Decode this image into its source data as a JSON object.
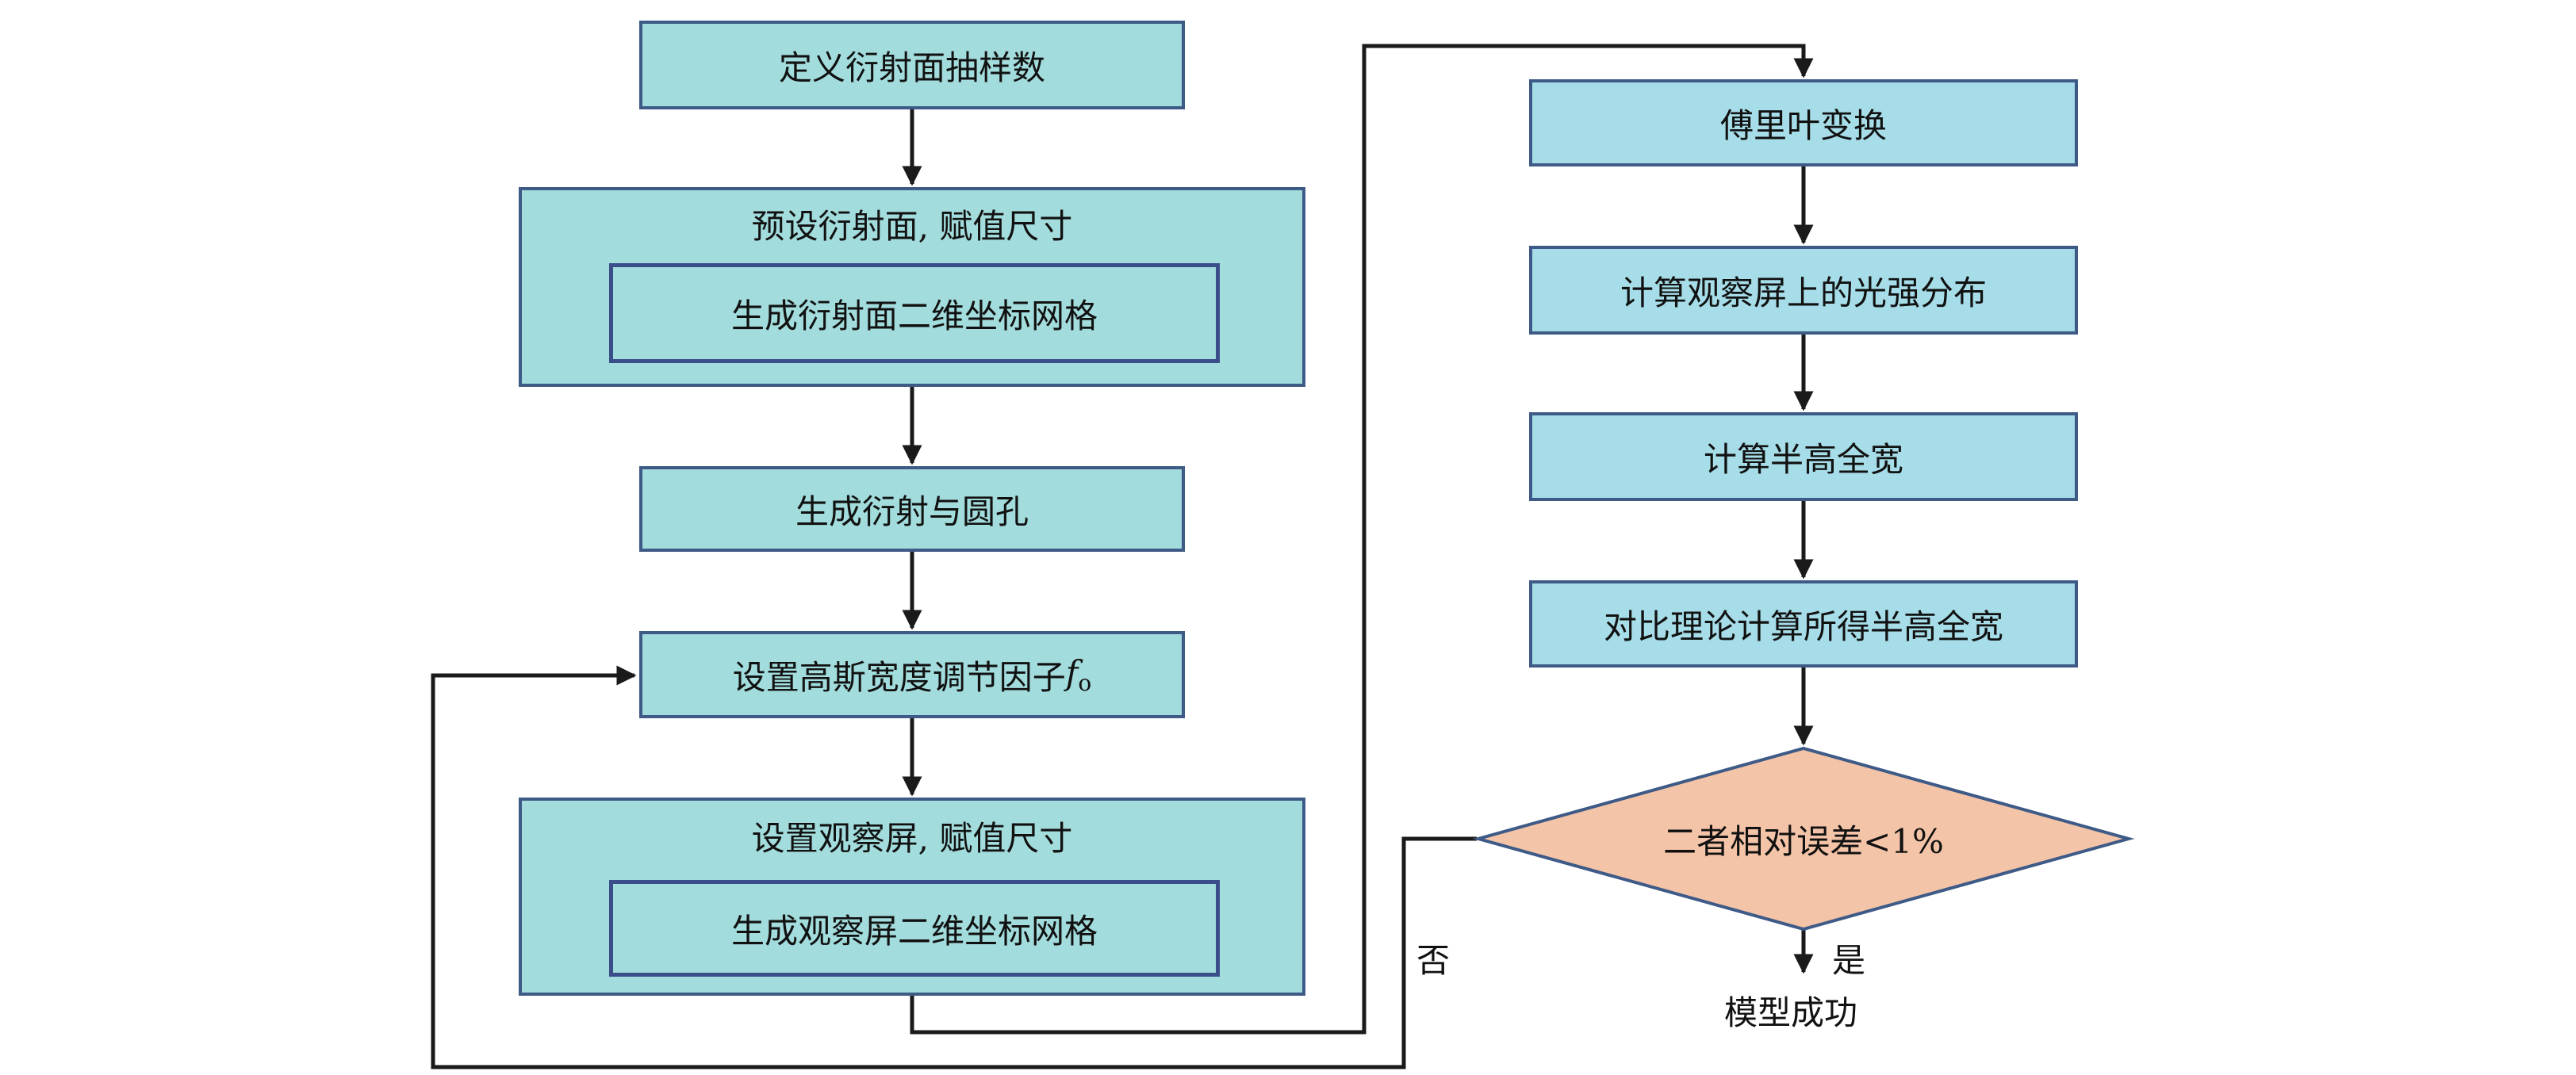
{
  "nodes": {
    "define_sampling": "定义衍射面抽样数",
    "preset_diffraction_plane": "预设衍射面, 赋值尺寸",
    "generate_diffraction_grid": "生成衍射面二维坐标网格",
    "generate_aperture": "生成衍射与圆孔",
    "set_gaussian_factor": "设置高斯宽度调节因子",
    "gaussian_factor_symbol": "f",
    "gaussian_factor_subscript": "o",
    "set_observation_screen": "设置观察屏, 赋值尺寸",
    "generate_observation_grid": "生成观察屏二维坐标网格",
    "fourier_transform": "傅里叶变换",
    "compute_intensity": "计算观察屏上的光强分布",
    "compute_fwhm": "计算半高全宽",
    "compare_fwhm": "对比理论计算所得半高全宽",
    "decision": "二者相对误差<1%",
    "success": "模型成功"
  },
  "edge_labels": {
    "no": "否",
    "yes": "是"
  },
  "colors": {
    "box_fill_left": "#a3dcdc",
    "box_fill_right": "#a6dde8",
    "box_border": "#3e5a86",
    "decision_fill": "#f4c4a8",
    "decision_border": "#3e5a86",
    "arrow": "#1a1a1a"
  }
}
